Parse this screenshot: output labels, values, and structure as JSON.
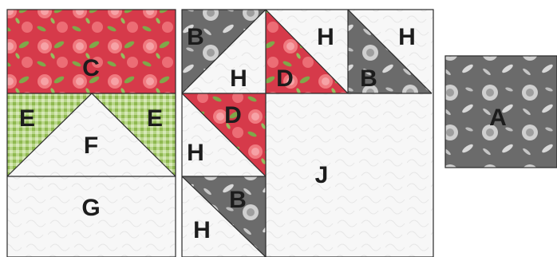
{
  "colors": {
    "red_floral": "#d63a4a",
    "red_floral_dark": "#b82a3a",
    "rose_pink": "#f07a80",
    "leaf_green": "#7fa84a",
    "gray_floral": "#6b6b6b",
    "gray_dark": "#4e4e4e",
    "gray_light_print": "#bfbfbf",
    "green_gingham": "#9cc45c",
    "gingham_light": "#d7e8b8",
    "white_print": "#f7f7f7",
    "white_swirl": "#e9e9e9",
    "outline": "#2a2a2a"
  },
  "pieces": {
    "C": "C",
    "E_left": "E",
    "E_right": "E",
    "F": "F",
    "G": "G",
    "B_top": "B",
    "H_top_center": "H",
    "H_top_right_1": "H",
    "H_top_right_2": "H",
    "D_top": "D",
    "B_top_right": "B",
    "D_mid": "D",
    "H_mid_left": "H",
    "J": "J",
    "B_bottom": "B",
    "H_bottom": "H",
    "A": "A"
  }
}
